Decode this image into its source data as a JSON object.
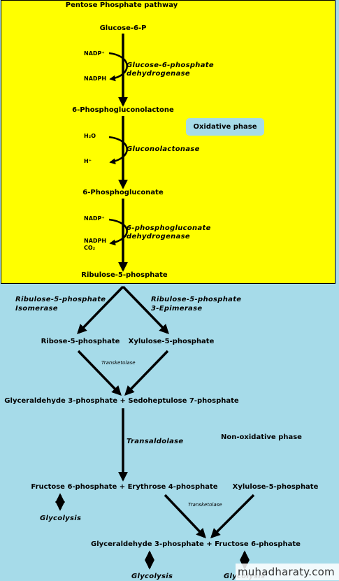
{
  "title": "Pentose Phosphate pathway",
  "phases": {
    "oxidative": "Oxidative phase",
    "non_oxidative": "Non-oxidative phase"
  },
  "metabolites": {
    "glucose_6_p": "Glucose-6-P",
    "phosphogluconolactone": "6-Phosphogluconolactone",
    "phosphogluconate": "6-Phosphogluconate",
    "ribulose_5_p": "Ribulose-5-phosphate",
    "ribose_5_p": "Ribose-5-phosphate",
    "xylulose_5_p": "Xylulose-5-phosphate",
    "g3p_s7p": "Glyceraldehyde 3-phosphate + Sedoheptulose 7-phosphate",
    "f6p_e4p": "Fructose 6-phosphate + Erythrose 4-phosphate",
    "xylulose_5_p_2": "Xylulose-5-phosphate",
    "g3p_f6p": "Glyceraldehyde 3-phosphate + Fructose 6-phosphate"
  },
  "enzymes": {
    "g6pd_line1": "Glucose-6-phosphate",
    "g6pd_line2": "dehydrogenase",
    "lactonase": "Gluconolactonase",
    "pgd_line1": "6-phosphogluconate",
    "pgd_line2": "dehydrogenase",
    "isomerase_line1": "Ribulose-5-phosphate",
    "isomerase_line2": "Isomerase",
    "epimerase_line1": "Ribulose-5-phosphate",
    "epimerase_line2": "3-Epimerase",
    "transketolase_1": "Transketolase",
    "transaldolase": "Transaldolase",
    "transketolase_2": "Transketolase"
  },
  "cofactors": {
    "nadp_1": "NADP⁺",
    "nadph_1": "NADPH",
    "h2o": "H₂O",
    "h_plus": "H⁺",
    "nadp_2": "NADP⁺",
    "nadph_2": "NADPH",
    "co2": "CO₂"
  },
  "outcomes": {
    "glycolysis_1": "Glycolysis",
    "glycolysis_2": "Glycolysis",
    "glycolysis_3": "Glycolysis"
  },
  "watermark": "muhadharaty.com"
}
